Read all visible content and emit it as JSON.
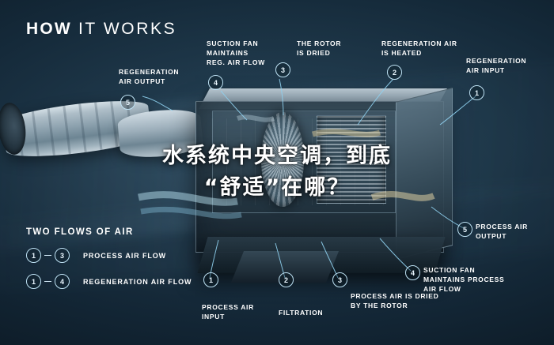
{
  "title": {
    "bold": "HOW",
    "rest": "IT WORKS"
  },
  "overlay": {
    "line1": "水系统中央空调，到底",
    "line2": "“舒适”在哪？"
  },
  "callouts": [
    {
      "id": "5",
      "num": "5",
      "label": "REGENERATION\nAIR OUTPUT"
    },
    {
      "id": "4",
      "num": "4",
      "label": "SUCTION FAN\nMAINTAINS\nREG. AIR FLOW"
    },
    {
      "id": "3t",
      "num": "3",
      "label": "THE ROTOR\nIS DRIED"
    },
    {
      "id": "2t",
      "num": "2",
      "label": "REGENERATION AIR\nIS HEATED"
    },
    {
      "id": "1t",
      "num": "1",
      "label": "REGENERATION\nAIR INPUT"
    },
    {
      "id": "5b",
      "num": "5",
      "label": "PROCESS AIR\nOUTPUT"
    },
    {
      "id": "4b",
      "num": "4",
      "label": "SUCTION FAN\nMAINTAINS PROCESS\nAIR FLOW"
    },
    {
      "id": "3b",
      "num": "3",
      "label": "PROCESS AIR IS DRIED\nBY THE ROTOR"
    },
    {
      "id": "2b",
      "num": "2",
      "label": "FILTRATION"
    },
    {
      "id": "1b",
      "num": "1",
      "label": "PROCESS AIR\nINPUT"
    }
  ],
  "legend": {
    "heading": "TWO FLOWS OF AIR",
    "rows": [
      {
        "from": "1",
        "to": "3",
        "label": "PROCESS AIR FLOW"
      },
      {
        "from": "1",
        "to": "4",
        "label": "REGENERATION AIR FLOW"
      }
    ]
  },
  "colors": {
    "accent": "#8fd0ee",
    "background": "#0d1b26",
    "text": "#ffffff"
  }
}
